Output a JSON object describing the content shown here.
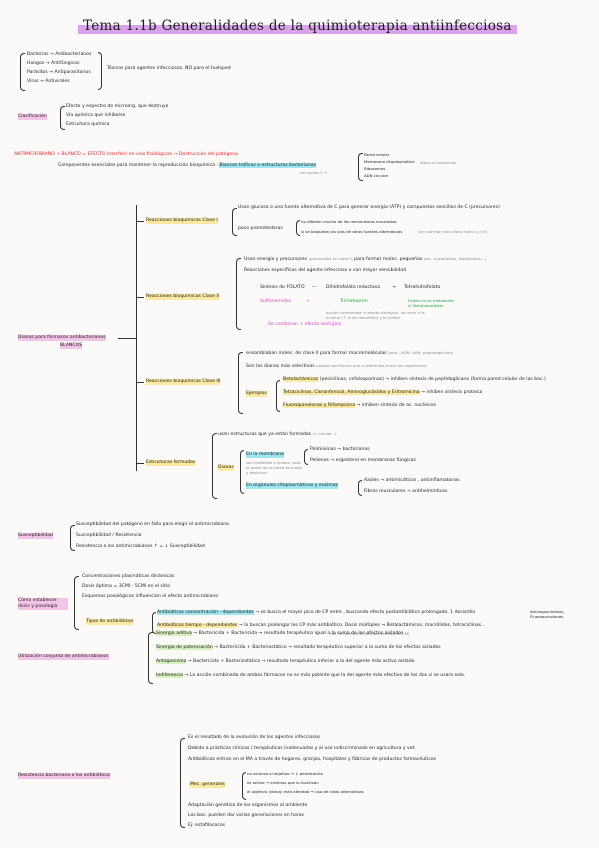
{
  "title": "Tema 1.1b Generalidades de la quimioterapia antiinfecciosa",
  "intro": {
    "items": [
      "Bacterias → Antibacterianos",
      "Hongos → Antifúngicos",
      "Parásitos → Antiparasitarios",
      "Virus → Antivirales"
    ],
    "note": "Tóxicos para agentes infecciosos, NO para el huésped"
  },
  "clasificacion": {
    "label": "Clasificación",
    "items": [
      "Efecto y espectro de microorg. que destruye",
      "Vía química que inhibe/se",
      "Estructura química"
    ]
  },
  "antimicrobiano": {
    "main": "ANTIMICROBIANO + BLANCO = EFECTO  Interferir en vías fisiológicas → Destrucción del patógeno",
    "sub_prefix": "Componentes esenciales para mantener la reproducción bioquímica :",
    "sub_highlight": "Blancos tróficos o estructuras bacterianas",
    "sub_gray": "ver punto 2 →",
    "right_list": [
      "Pared celular",
      "Membrana citoplasmática",
      "Ribosomas",
      "ADN circular"
    ],
    "right_gray": "ataca en bacterias"
  },
  "dianas": {
    "label": "Dianas para fármacos antibacterianos",
    "label2": "BLANCOS",
    "clase1": {
      "label": "Reacciones bioquímicas Clase I",
      "line1": "Usan glucosa o una fuente alternativa de C para generar energía (ATP) y compuestos sencillos de C (precursores)",
      "line2_label": "poco prometedoras",
      "line2a": "no difieren mucho de los mecanismos eucariotas",
      "line2b": "si se bloquean las vías de otras fuentes alternativas",
      "line2b_gray": "(ser corregir otra diana fuera y a ti)"
    },
    "clase2": {
      "label": "Reacciones bioquímicas Clase II",
      "line1": "Usan energía y precursores",
      "line1_gray": "(producidos en clase I)",
      "line1b": "para formar molec. pequeñas",
      "line1b_gray": "(aa., nucleótidos, fosfolípidos...)",
      "line2": "Reacciones específicas del agente infeccioso o con mayor sensibilidad",
      "diagram": {
        "paba": "Síntesis de FOLATO",
        "dhf": "Dihidrofolato reductasa",
        "thf": "Tetrahidrofolato",
        "sulfa": "Sulfonamidas",
        "plus": "+",
        "tmp": "Trimetoprim",
        "right_note": "Folato no es metabolito in Tetrahidrofolato",
        "below_note": "Acción combinada → efecto sinérgico, se unen a la enzima (↑ al de mamífero) y la inhibe",
        "combined": "Se combinan + efecto sinérgico"
      }
    },
    "clase3": {
      "label": "Reacciones bioquímicas Clase III",
      "line1": "ensamblaban molec. de clase II para formar macromoléculas",
      "line1_gray": "(prot., ADN, ARN, peptidoglicano)",
      "line2": "Son las dianas más selectivas",
      "line2_gray": "porque son fáciles que a diferentes entre los organismos",
      "ejemplos_label": "Ejemplos",
      "ej1_hl": "Betalactámicos",
      "ej1": "(penicilinas, cefalosporinas) → inhiben síntesis de peptidoglicano (forma pared celular de las bac.)",
      "ej2_hl": "Tetraciclinas, Cloranfenicol, Aminoglucósidos y Eritromicina",
      "ej2": "→ inhiben síntesis proteica",
      "ej3_hl": "Fluoroquinolonas y Rifampicina",
      "ej3": "→ inhiben síntesis de ac. nucleicos"
    },
    "estructuras": {
      "label": "Estructuras formadas",
      "line1": "usan estructuras que ya están formadas",
      "line1_gray": "(*. celular...)",
      "dianas": "Dianas",
      "memb": "En la membrana",
      "memb_gray": "son proteínas y lípidos, está la parte de la pared formada y destruye",
      "polimixinas": "Polimixinas → bacterianas",
      "polienos": "Polienos → ergosterol en membranas fúngicas",
      "org": "En orgánulos citoplasmáticos y enzimas",
      "azoles": "Azoles → antimicóticos , antiinflamatorios",
      "fibras": "Fibras musculares → antihelmínticos"
    }
  },
  "susceptibilidad": {
    "label": "Susceptibilidad",
    "items": [
      "Susceptibilidad del patógeno en fallo para elegir el antimicrobiano",
      "Susceptibilidad / Resistencia",
      "Resistencia a los antimicrobianos ↑ = ↓ Susceptibilidad"
    ]
  },
  "dosis": {
    "label": "Cómo establecer dosis y posología",
    "items": [
      "Concentraciones plasmáticas dinámicas",
      "Dosis óptima = 3CMI - 5CMI en el sitio",
      "Esquemas posológicos influencian el efecto antimicrobiano"
    ],
    "tipos": "Tipos de antibióticos",
    "conc_hl": "Antibióticos concentración - dependientes",
    "conc": "→ se busca el mayor pico de CP entre , buscando efecto postantibiótico prolongado. 1 dosis/día",
    "conc_note": "Aminoglucósidos, Fluoroquinolonas",
    "tiempo_hl": "Antibióticos tiempo - dependientes",
    "tiempo": "→ lo buscan prolongar los CP más antibiótico. Dosis múltiples →",
    "tiempo_ex": "Betalactámicos, macrólidos, tetraciclinas...",
    "tiempo_gray": "(en % Tpercentil) sea por encima de CMI"
  },
  "combinada": {
    "label": "Utilización conjunta de antimicrobianos",
    "items": [
      {
        "hl": "Sinergia aditiva",
        "text": "→ Bactericida + Bactericida → resultado terapéutico igual a la suma de los efectos aislados"
      },
      {
        "hl": "Sinergia de potenciación",
        "text": "→ Bactericida + Bacteriostático → resultado terapéutico superior a la suma de los efectos aislados"
      },
      {
        "hl": "Antagonismo",
        "text": "→ Bactericida + Bacteriostático → resultado terapéutico inferior a la del agente más activo aislado"
      },
      {
        "hl": "Indiferencia",
        "text": "→ La acción combinada de ambos fármacos no es más potente que la del agente más efectivo de los dos si se usara solo."
      }
    ]
  },
  "resistencia": {
    "label": "Resistencia bacteriana a los antibióticos",
    "items": [
      "Es el resultado de la evolución de los agentes infecciosos",
      "Debido a prácticas clínicas / terapéuticas inadecuadas y al uso indiscriminado en agricultura y vet.",
      "Antibióticos entran en el MA a través de hogares, granjas, hospitales y fábricas de productos farmacéuticos"
    ],
    "mec": "Mec. generales",
    "mec_items": [
      "no alcanza el objetivo → ↓ penetración",
      "es activo → enzimas que lo inactivan",
      "el objetivo (diana) está alterado → uso de rutas alternativas"
    ],
    "tail": [
      "Adaptación genética de los organismos al ambiente",
      "Los bac. pueden dar varias generaciones en horas",
      "Ej: estafilococos"
    ]
  }
}
